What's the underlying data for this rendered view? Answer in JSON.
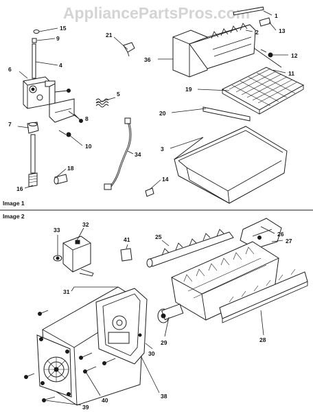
{
  "watermark": "AppliancePartsPros.com",
  "sections": [
    {
      "label": "Image 1"
    },
    {
      "label": "Image 2"
    }
  ],
  "callouts": {
    "c1": "1",
    "c2": "2",
    "c3": "3",
    "c4": "4",
    "c5": "5",
    "c6": "6",
    "c7": "7",
    "c8": "8",
    "c9": "9",
    "c10": "10",
    "c11": "11",
    "c12": "12",
    "c13": "13",
    "c14": "14",
    "c15": "15",
    "c16": "16",
    "c18": "18",
    "c19": "19",
    "c20": "20",
    "c21": "21",
    "c25": "25",
    "c26": "26",
    "c27": "27",
    "c28": "28",
    "c29": "29",
    "c30": "30",
    "c31": "31",
    "c32": "32",
    "c33": "33",
    "c34": "34",
    "c36": "36",
    "c38": "38",
    "c39": "39",
    "c40": "40",
    "c41": "41"
  },
  "colors": {
    "ink": "#1a1a1a",
    "watermark": "#d4d4d4",
    "background": "#ffffff"
  }
}
